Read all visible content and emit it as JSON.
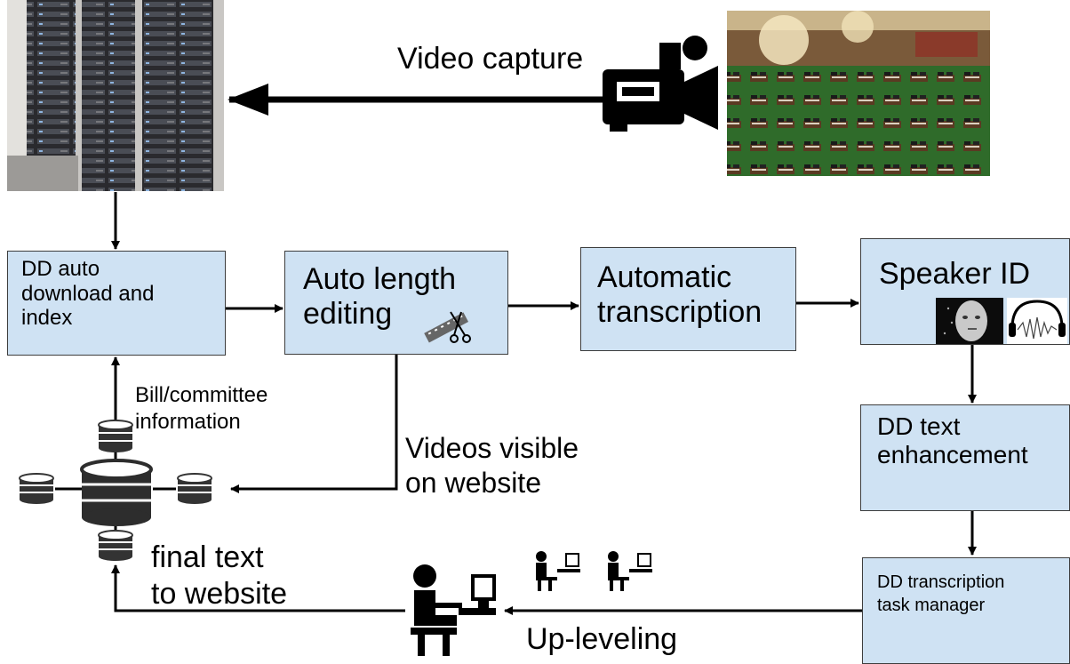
{
  "video_capture_label": "Video capture",
  "boxes": {
    "download": "DD auto\ndownload and\nindex",
    "length_editing": "Auto length\nediting",
    "transcription": "Automatic\ntranscription",
    "speaker_id": "Speaker ID",
    "text_enhancement": "DD text\nenhancement",
    "task_manager": "DD transcription\ntask manager"
  },
  "labels": {
    "bill_info": "Bill/committee\ninformation",
    "videos_visible": "Videos visible\non website",
    "final_text": "final text\nto website",
    "up_leveling": "Up-leveling"
  },
  "colors": {
    "box_fill": "#cfe2f3",
    "box_border": "#3d3d3d",
    "arrow": "#000000",
    "carpet_green": "#2f6b2a"
  },
  "icons": [
    "server-rack-photo",
    "assembly-chamber-photo",
    "video-camera-icon",
    "scissors-film-icon",
    "face-id-icon",
    "headphones-waveform-icon",
    "database-icon",
    "person-at-computer-icon"
  ]
}
